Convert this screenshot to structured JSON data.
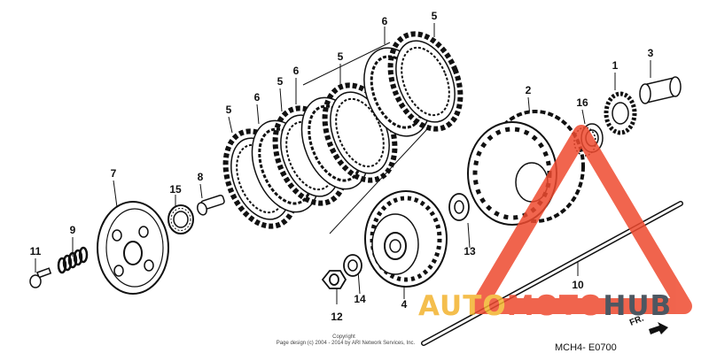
{
  "diagram": {
    "code": "MCH4- E0700",
    "direction_label": "FR.",
    "copyright_line1": "Copyright",
    "copyright_line2": "Page design (c) 2004 - 2014 by ARI Network Services, Inc.",
    "callouts": [
      "1",
      "2",
      "3",
      "4",
      "5",
      "5",
      "5",
      "5",
      "6",
      "6",
      "6",
      "7",
      "8",
      "9",
      "10",
      "11",
      "12",
      "13",
      "14",
      "15",
      "16"
    ]
  },
  "watermark": {
    "word_left": "AUTO",
    "word_mid": "MOTO",
    "word_right": "HUB",
    "colors": {
      "auto": "#f3b32e",
      "moto": "#ee4a2f",
      "hub": "#2e3a46",
      "triangle": "#ee4a2f"
    }
  }
}
